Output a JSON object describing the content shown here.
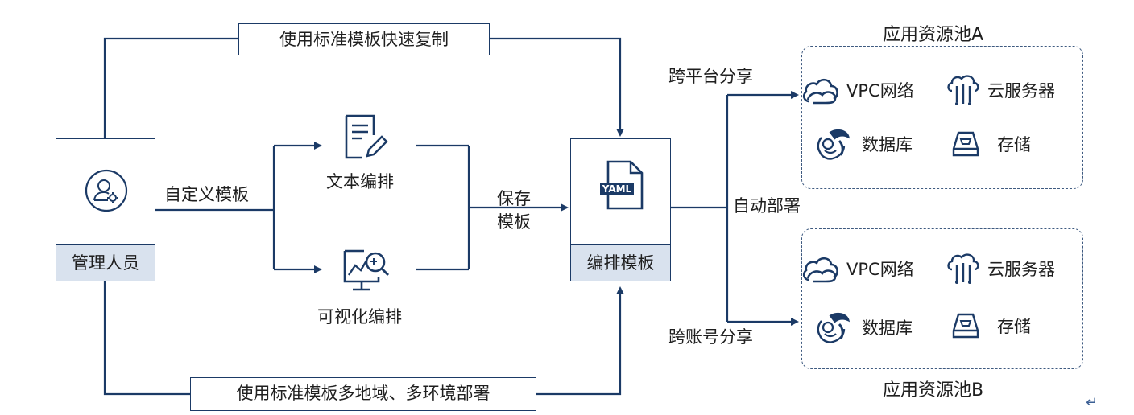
{
  "nodes": {
    "admin": "管理人员",
    "text_orch": "文本编排",
    "visual_orch": "可视化编排",
    "template": "编排模板",
    "yaml_badge": "YAML"
  },
  "edges": {
    "top_route": "使用标准模板快速复制",
    "bottom_route": "使用标准模板多地域、多环境部署",
    "custom_template": "自定义模板",
    "save_template_1": "保存",
    "save_template_2": "模板",
    "auto_deploy": "自动部署",
    "cross_platform": "跨平台分享",
    "cross_account": "跨账号分享"
  },
  "pools": [
    {
      "title": "应用资源池A",
      "resources": [
        "VPC网络",
        "云服务器",
        "数据库",
        "存储"
      ]
    },
    {
      "title": "应用资源池B",
      "resources": [
        "VPC网络",
        "云服务器",
        "数据库",
        "存储"
      ]
    }
  ],
  "return_mark": "↵",
  "colors": {
    "line": "#1b3a66",
    "accent_fill": "#d9e2ee",
    "dashed_border": "#3e5a80"
  }
}
